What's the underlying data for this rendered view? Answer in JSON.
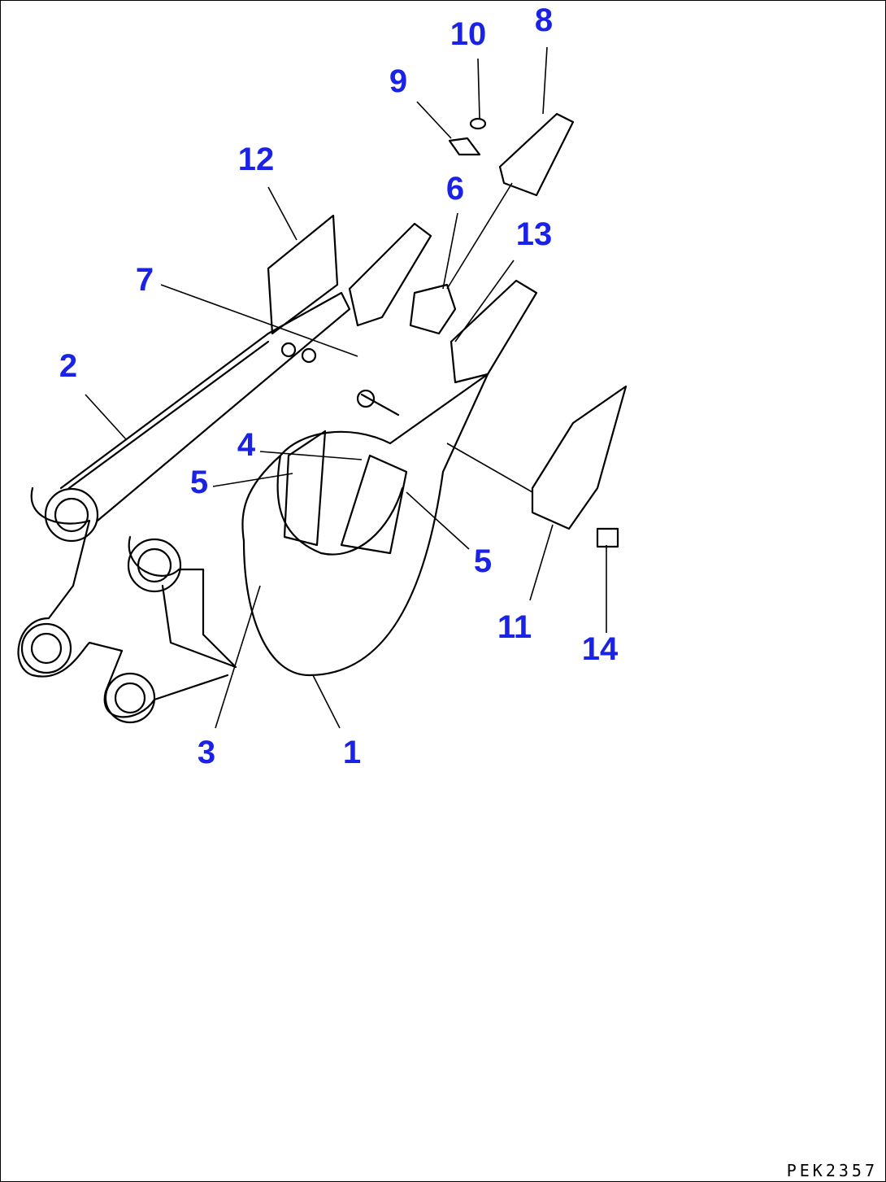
{
  "callouts": [
    {
      "id": "1",
      "label": "1"
    },
    {
      "id": "2",
      "label": "2"
    },
    {
      "id": "3",
      "label": "3"
    },
    {
      "id": "4",
      "label": "4"
    },
    {
      "id": "5a",
      "label": "5"
    },
    {
      "id": "5b",
      "label": "5"
    },
    {
      "id": "6",
      "label": "6"
    },
    {
      "id": "7",
      "label": "7"
    },
    {
      "id": "8",
      "label": "8"
    },
    {
      "id": "9",
      "label": "9"
    },
    {
      "id": "10",
      "label": "10"
    },
    {
      "id": "11",
      "label": "11"
    },
    {
      "id": "12",
      "label": "12"
    },
    {
      "id": "13",
      "label": "13"
    },
    {
      "id": "14",
      "label": "14"
    }
  ],
  "drawing_code": "PEK2357",
  "colors": {
    "callout": "#1a22e8",
    "line": "#000000",
    "background": "#ffffff"
  }
}
